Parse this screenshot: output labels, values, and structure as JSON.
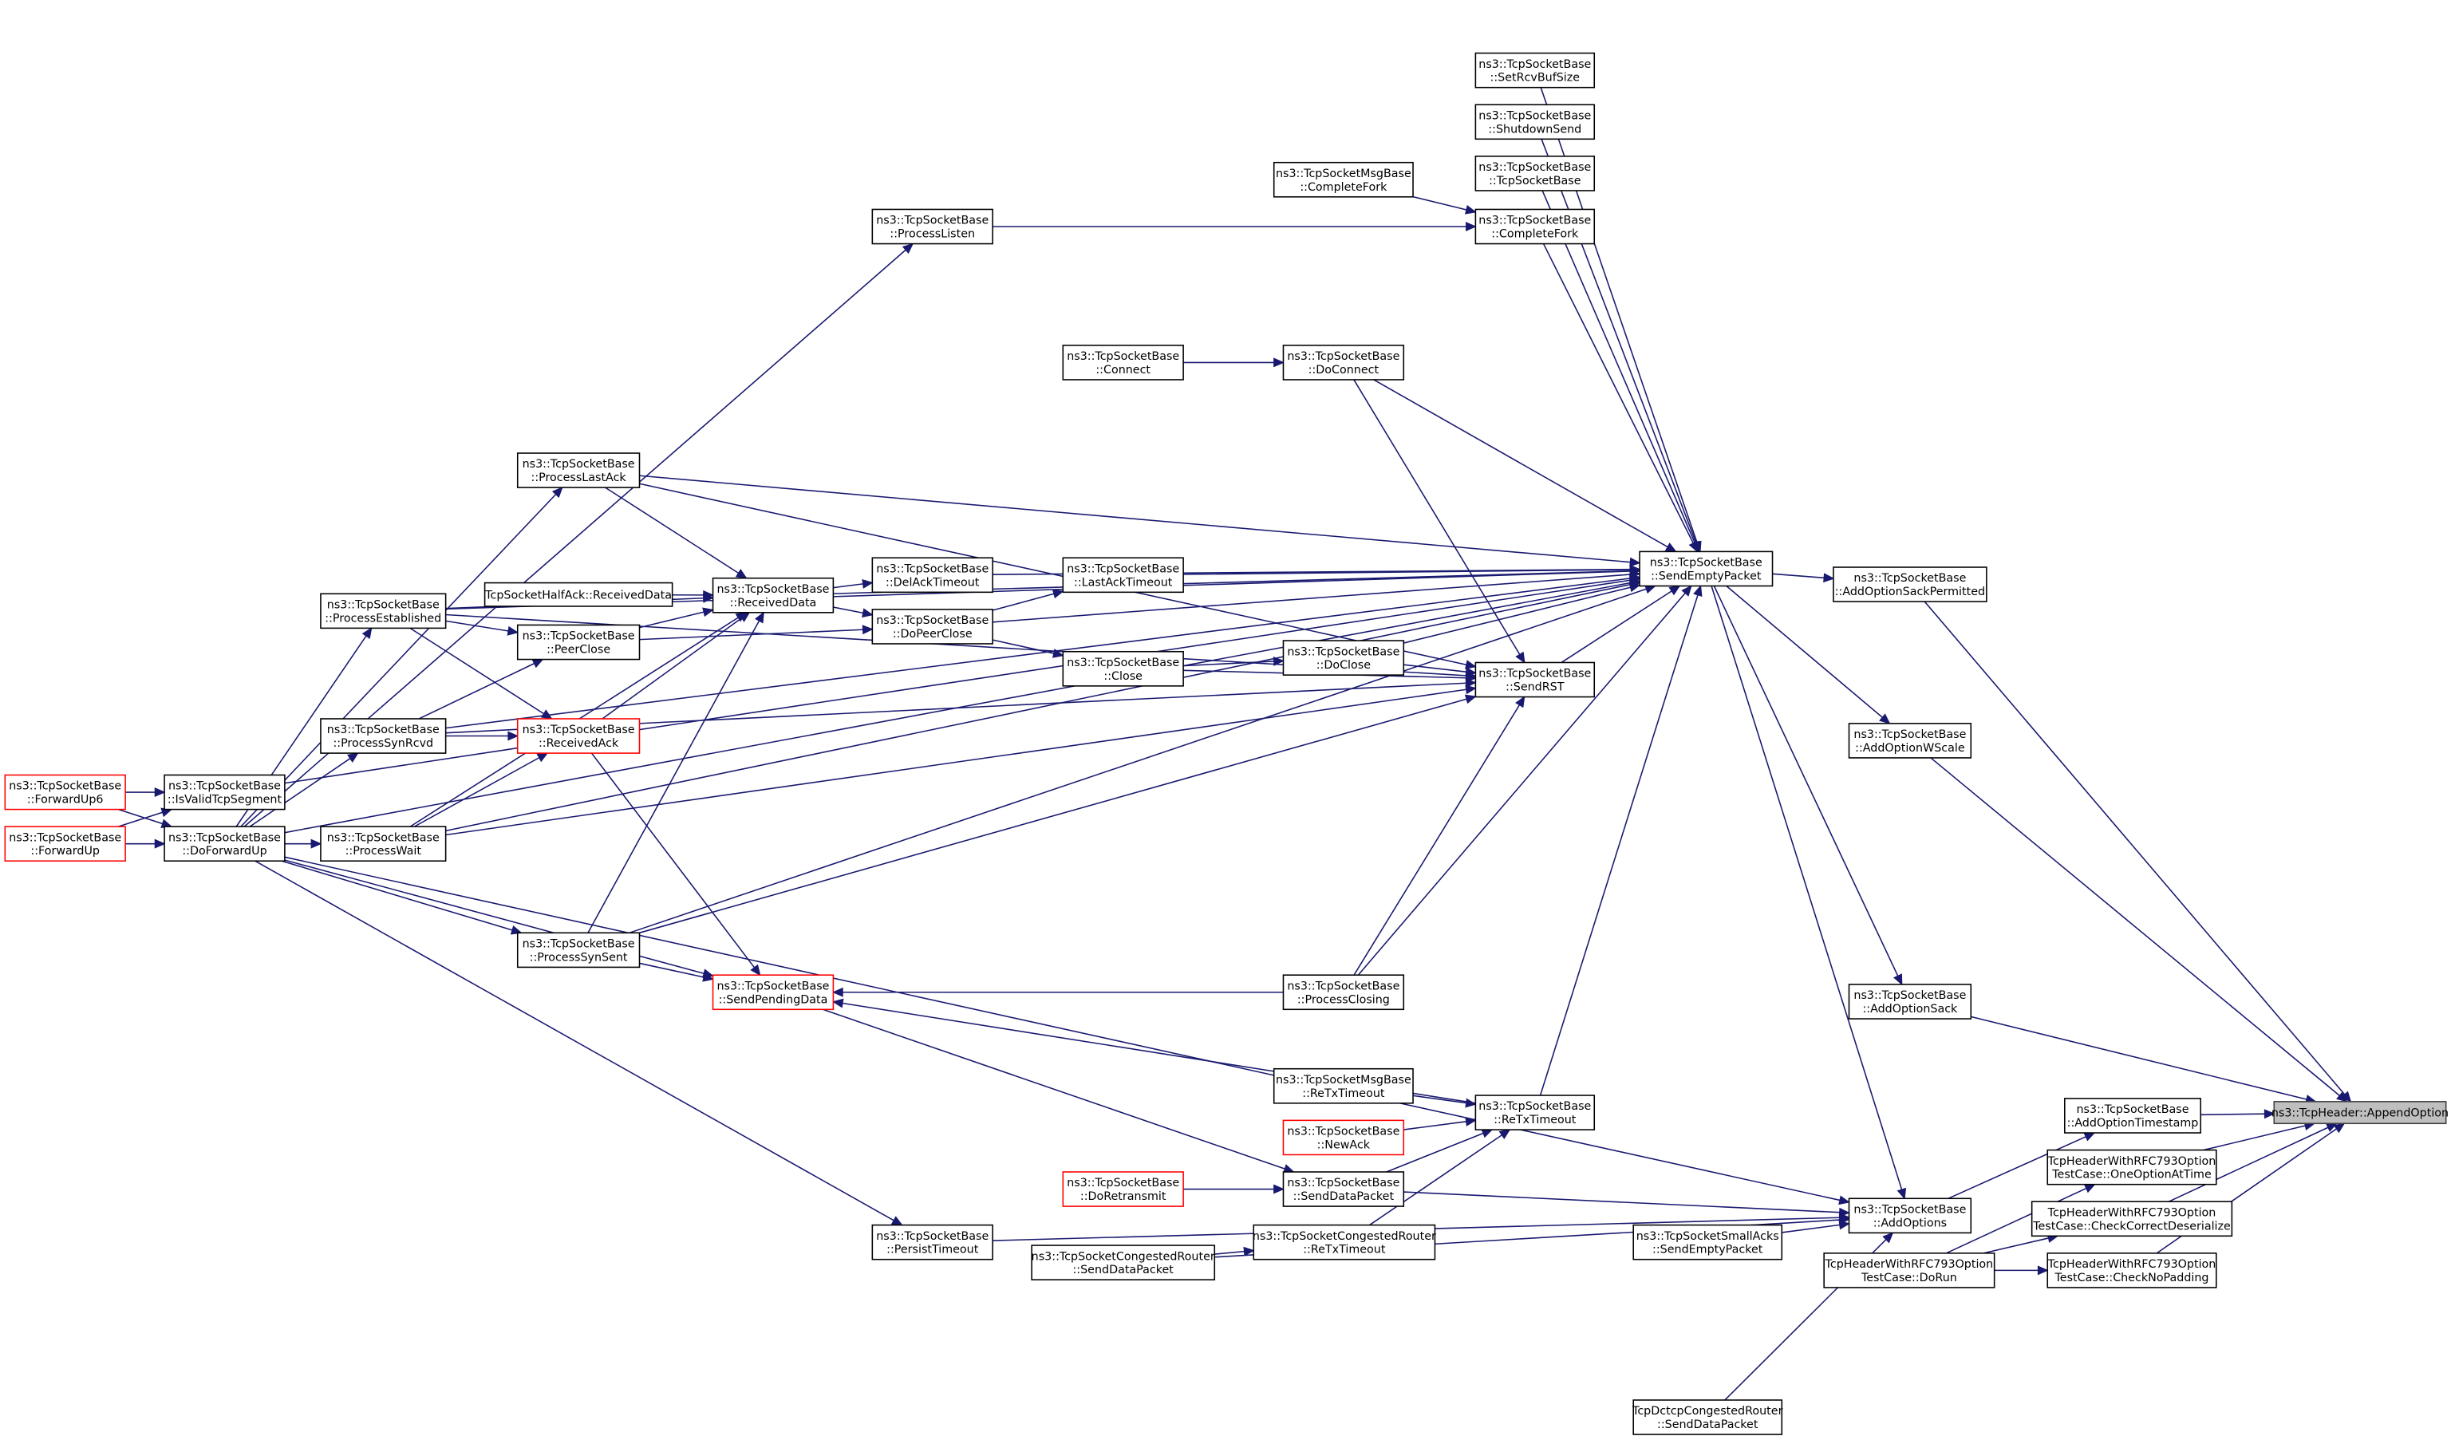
{
  "graph": {
    "edge_color": "#191970",
    "highlight_border_color": "#ff0000",
    "focus_fill_color": "#bfbfbf",
    "nodes": [
      {
        "id": "fu6",
        "lines": [
          "ns3::TcpSocketBase",
          "::ForwardUp6"
        ],
        "style": "red"
      },
      {
        "id": "fu",
        "lines": [
          "ns3::TcpSocketBase",
          "::ForwardUp"
        ],
        "style": "red"
      },
      {
        "id": "ivs",
        "lines": [
          "ns3::TcpSocketBase",
          "::IsValidTcpSegment"
        ],
        "style": "normal"
      },
      {
        "id": "dfu",
        "lines": [
          "ns3::TcpSocketBase",
          "::DoForwardUp"
        ],
        "style": "normal"
      },
      {
        "id": "pe",
        "lines": [
          "ns3::TcpSocketBase",
          "::ProcessEstablished"
        ],
        "style": "normal"
      },
      {
        "id": "psr",
        "lines": [
          "ns3::TcpSocketBase",
          "::ProcessSynRcvd"
        ],
        "style": "normal"
      },
      {
        "id": "pw",
        "lines": [
          "ns3::TcpSocketBase",
          "::ProcessWait"
        ],
        "style": "normal"
      },
      {
        "id": "pla",
        "lines": [
          "ns3::TcpSocketBase",
          "::ProcessLastAck"
        ],
        "style": "normal"
      },
      {
        "id": "pc",
        "lines": [
          "ns3::TcpSocketBase",
          "::PeerClose"
        ],
        "style": "normal"
      },
      {
        "id": "ra",
        "lines": [
          "ns3::TcpSocketBase",
          "::ReceivedAck"
        ],
        "style": "red"
      },
      {
        "id": "pss",
        "lines": [
          "ns3::TcpSocketBase",
          "::ProcessSynSent"
        ],
        "style": "normal"
      },
      {
        "id": "hrd",
        "lines": [
          "TcpSocketHalfAck::ReceivedData"
        ],
        "style": "normal"
      },
      {
        "id": "rd",
        "lines": [
          "ns3::TcpSocketBase",
          "::ReceivedData"
        ],
        "style": "normal"
      },
      {
        "id": "spd",
        "lines": [
          "ns3::TcpSocketBase",
          "::SendPendingData"
        ],
        "style": "red"
      },
      {
        "id": "pl",
        "lines": [
          "ns3::TcpSocketBase",
          "::ProcessListen"
        ],
        "style": "normal"
      },
      {
        "id": "dat",
        "lines": [
          "ns3::TcpSocketBase",
          "::DelAckTimeout"
        ],
        "style": "normal"
      },
      {
        "id": "dpc",
        "lines": [
          "ns3::TcpSocketBase",
          "::DoPeerClose"
        ],
        "style": "normal"
      },
      {
        "id": "pt",
        "lines": [
          "ns3::TcpSocketBase",
          "::PersistTimeout"
        ],
        "style": "normal"
      },
      {
        "id": "con",
        "lines": [
          "ns3::TcpSocketBase",
          "::Connect"
        ],
        "style": "normal"
      },
      {
        "id": "lat",
        "lines": [
          "ns3::TcpSocketBase",
          "::LastAckTimeout"
        ],
        "style": "normal"
      },
      {
        "id": "cls",
        "lines": [
          "ns3::TcpSocketBase",
          "::Close"
        ],
        "style": "normal"
      },
      {
        "id": "crsdp",
        "lines": [
          "ns3::TcpSocketCongestedRouter",
          "::SendDataPacket"
        ],
        "style": "normal"
      },
      {
        "id": "mcf",
        "lines": [
          "ns3::TcpSocketMsgBase",
          "::CompleteFork"
        ],
        "style": "normal"
      },
      {
        "id": "dcon",
        "lines": [
          "ns3::TcpSocketBase",
          "::DoConnect"
        ],
        "style": "normal"
      },
      {
        "id": "dcl",
        "lines": [
          "ns3::TcpSocketBase",
          "::DoClose"
        ],
        "style": "normal"
      },
      {
        "id": "pcl",
        "lines": [
          "ns3::TcpSocketBase",
          "::ProcessClosing"
        ],
        "style": "normal"
      },
      {
        "id": "mrt",
        "lines": [
          "ns3::TcpSocketMsgBase",
          "::ReTxTimeout"
        ],
        "style": "normal"
      },
      {
        "id": "na",
        "lines": [
          "ns3::TcpSocketBase",
          "::NewAck"
        ],
        "style": "red"
      },
      {
        "id": "drt",
        "lines": [
          "ns3::TcpSocketBase",
          "::DoRetransmit"
        ],
        "style": "red"
      },
      {
        "id": "sdp",
        "lines": [
          "ns3::TcpSocketBase",
          "::SendDataPacket"
        ],
        "style": "normal"
      },
      {
        "id": "crrt",
        "lines": [
          "ns3::TcpSocketCongestedRouter",
          "::ReTxTimeout"
        ],
        "style": "normal"
      },
      {
        "id": "srb",
        "lines": [
          "ns3::TcpSocketBase",
          "::SetRcvBufSize"
        ],
        "style": "normal"
      },
      {
        "id": "shs",
        "lines": [
          "ns3::TcpSocketBase",
          "::ShutdownSend"
        ],
        "style": "normal"
      },
      {
        "id": "tsb",
        "lines": [
          "ns3::TcpSocketBase",
          "::TcpSocketBase"
        ],
        "style": "normal"
      },
      {
        "id": "cf",
        "lines": [
          "ns3::TcpSocketBase",
          "::CompleteFork"
        ],
        "style": "normal"
      },
      {
        "id": "rst",
        "lines": [
          "ns3::TcpSocketBase",
          "::SendRST"
        ],
        "style": "normal"
      },
      {
        "id": "rtt",
        "lines": [
          "ns3::TcpSocketBase",
          "::ReTxTimeout"
        ],
        "style": "normal"
      },
      {
        "id": "sep",
        "lines": [
          "ns3::TcpSocketBase",
          "::SendEmptyPacket"
        ],
        "style": "normal"
      },
      {
        "id": "aosp",
        "lines": [
          "ns3::TcpSocketBase",
          "::AddOptionSackPermitted"
        ],
        "style": "normal"
      },
      {
        "id": "aows",
        "lines": [
          "ns3::TcpSocketBase",
          "::AddOptionWScale"
        ],
        "style": "normal"
      },
      {
        "id": "aos",
        "lines": [
          "ns3::TcpSocketBase",
          "::AddOptionSack"
        ],
        "style": "normal"
      },
      {
        "id": "ao",
        "lines": [
          "ns3::TcpSocketBase",
          "::AddOptions"
        ],
        "style": "normal"
      },
      {
        "id": "sasep",
        "lines": [
          "ns3::TcpSocketSmallAcks",
          "::SendEmptyPacket"
        ],
        "style": "normal"
      },
      {
        "id": "dcsdp",
        "lines": [
          "TcpDctcpCongestedRouter",
          "::SendDataPacket"
        ],
        "style": "normal"
      },
      {
        "id": "aot",
        "lines": [
          "ns3::TcpSocketBase",
          "::AddOptionTimestamp"
        ],
        "style": "normal"
      },
      {
        "id": "ooat",
        "lines": [
          "TcpHeaderWithRFC793Option",
          "TestCase::OneOptionAtTime"
        ],
        "style": "normal"
      },
      {
        "id": "ccd",
        "lines": [
          "TcpHeaderWithRFC793Option",
          "TestCase::CheckCorrectDeserialize"
        ],
        "style": "normal"
      },
      {
        "id": "cnp",
        "lines": [
          "TcpHeaderWithRFC793Option",
          "TestCase::CheckNoPadding"
        ],
        "style": "normal"
      },
      {
        "id": "dr",
        "lines": [
          "TcpHeaderWithRFC793Option",
          "TestCase::DoRun"
        ],
        "style": "normal"
      },
      {
        "id": "app",
        "lines": [
          "ns3::TcpHeader::AppendOption"
        ],
        "style": "gray"
      }
    ],
    "edges": [
      [
        "fu6",
        "ivs"
      ],
      [
        "fu6",
        "dfu"
      ],
      [
        "fu",
        "dfu"
      ],
      [
        "fu",
        "ivs"
      ],
      [
        "ivs",
        "sep"
      ],
      [
        "dfu",
        "pe"
      ],
      [
        "dfu",
        "psr"
      ],
      [
        "dfu",
        "pw"
      ],
      [
        "dfu",
        "pss"
      ],
      [
        "dfu",
        "spd"
      ],
      [
        "dfu",
        "pla"
      ],
      [
        "dfu",
        "pl"
      ],
      [
        "dfu",
        "sep"
      ],
      [
        "dfu",
        "ao"
      ],
      [
        "dfu",
        "pt"
      ],
      [
        "pe",
        "pc"
      ],
      [
        "pe",
        "ra"
      ],
      [
        "pe",
        "rd"
      ],
      [
        "pe",
        "sep"
      ],
      [
        "pe",
        "rst"
      ],
      [
        "psr",
        "pc"
      ],
      [
        "psr",
        "ra"
      ],
      [
        "psr",
        "rst"
      ],
      [
        "psr",
        "sep"
      ],
      [
        "pw",
        "ra"
      ],
      [
        "pw",
        "rd"
      ],
      [
        "pw",
        "rst"
      ],
      [
        "pw",
        "sep"
      ],
      [
        "pla",
        "rd"
      ],
      [
        "pla",
        "sep"
      ],
      [
        "pla",
        "rst"
      ],
      [
        "pc",
        "rd"
      ],
      [
        "pc",
        "dpc"
      ],
      [
        "ra",
        "rd"
      ],
      [
        "ra",
        "spd"
      ],
      [
        "pss",
        "spd"
      ],
      [
        "pss",
        "rd"
      ],
      [
        "pss",
        "sep"
      ],
      [
        "pss",
        "rst"
      ],
      [
        "hrd",
        "rd"
      ],
      [
        "rd",
        "dat"
      ],
      [
        "rd",
        "dpc"
      ],
      [
        "rd",
        "sep"
      ],
      [
        "spd",
        "sdp"
      ],
      [
        "pcl",
        "spd"
      ],
      [
        "rtt",
        "spd"
      ],
      [
        "pl",
        "cf"
      ],
      [
        "dat",
        "sep"
      ],
      [
        "dpc",
        "lat"
      ],
      [
        "dpc",
        "cls"
      ],
      [
        "dpc",
        "sep"
      ],
      [
        "pt",
        "ao"
      ],
      [
        "con",
        "dcon"
      ],
      [
        "lat",
        "sep"
      ],
      [
        "cls",
        "dcl"
      ],
      [
        "cls",
        "rst"
      ],
      [
        "crsdp",
        "ao"
      ],
      [
        "crsdp",
        "crrt"
      ],
      [
        "mcf",
        "cf"
      ],
      [
        "dcon",
        "sep"
      ],
      [
        "dcon",
        "rst"
      ],
      [
        "dcl",
        "sep"
      ],
      [
        "dcl",
        "rst"
      ],
      [
        "pcl",
        "sep"
      ],
      [
        "pcl",
        "rst"
      ],
      [
        "mrt",
        "rtt"
      ],
      [
        "na",
        "rtt"
      ],
      [
        "drt",
        "sdp"
      ],
      [
        "sdp",
        "rtt"
      ],
      [
        "sdp",
        "ao"
      ],
      [
        "crrt",
        "rtt"
      ],
      [
        "srb",
        "sep"
      ],
      [
        "shs",
        "sep"
      ],
      [
        "tsb",
        "sep"
      ],
      [
        "cf",
        "sep"
      ],
      [
        "rst",
        "sep"
      ],
      [
        "rtt",
        "sep"
      ],
      [
        "sep",
        "aosp"
      ],
      [
        "sep",
        "aows"
      ],
      [
        "sep",
        "aos"
      ],
      [
        "sep",
        "ao"
      ],
      [
        "aosp",
        "app"
      ],
      [
        "aows",
        "app"
      ],
      [
        "aos",
        "app"
      ],
      [
        "aot",
        "app"
      ],
      [
        "ooat",
        "app"
      ],
      [
        "ccd",
        "app"
      ],
      [
        "cnp",
        "app"
      ],
      [
        "ao",
        "aot"
      ],
      [
        "sasep",
        "ao"
      ],
      [
        "dcsdp",
        "ao"
      ],
      [
        "dr",
        "ooat"
      ],
      [
        "dr",
        "ccd"
      ],
      [
        "dr",
        "cnp"
      ]
    ]
  }
}
